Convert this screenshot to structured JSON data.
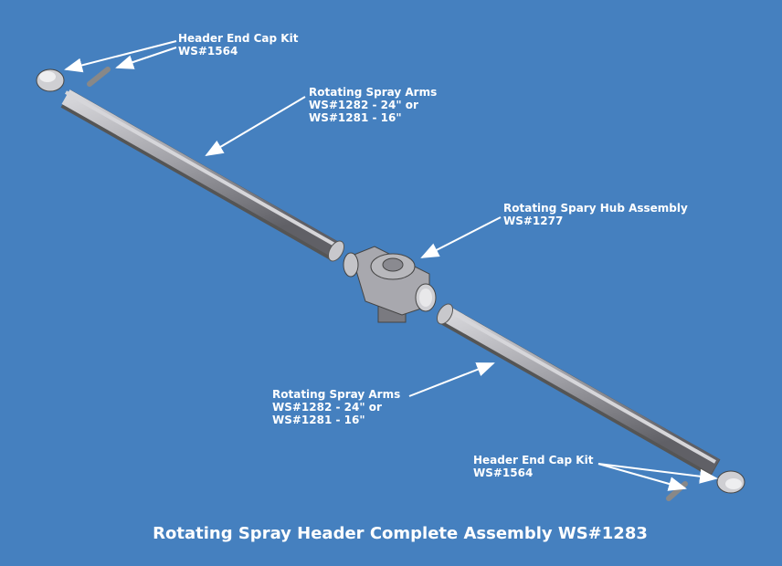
{
  "labels": {
    "cap_top": {
      "line1": "Header End Cap Kit",
      "line2": "WS#1564"
    },
    "arms_top": {
      "line1": "Rotating Spray Arms",
      "line2": "WS#1282 - 24\" or",
      "line3": "WS#1281 - 16\""
    },
    "hub": {
      "line1": "Rotating Spary Hub Assembly",
      "line2": "WS#1277"
    },
    "arms_bottom": {
      "line1": "Rotating Spray Arms",
      "line2": "WS#1282 - 24\" or",
      "line3": "WS#1281 - 16\""
    },
    "cap_bottom": {
      "line1": "Header End Cap Kit",
      "line2": "WS#1564"
    }
  },
  "title": "Rotating Spray Header Complete Assembly WS#1283",
  "colors": {
    "background": "#4580bf",
    "metal": "#a9a9ae",
    "text": "#ffffff"
  }
}
